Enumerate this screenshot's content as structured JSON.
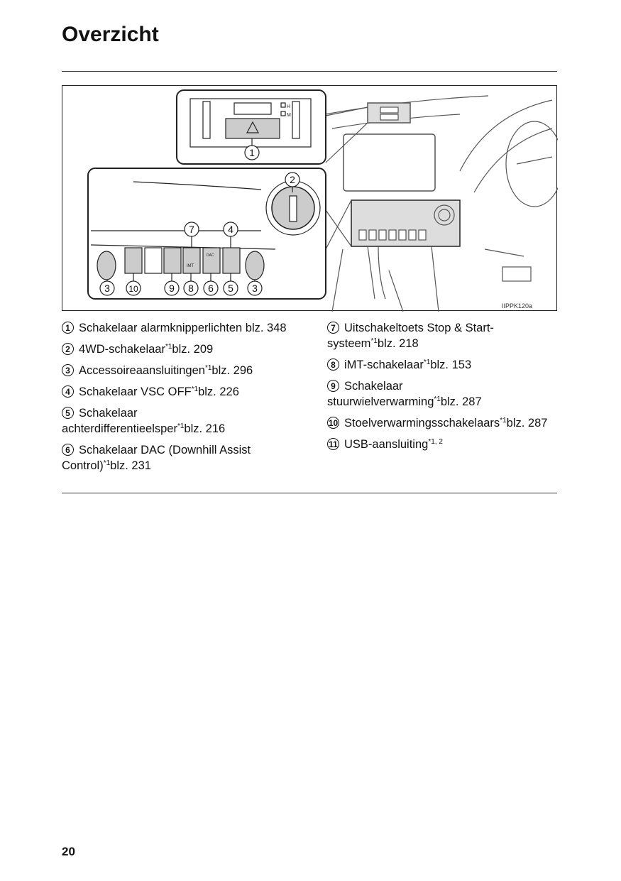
{
  "title": "Overzicht",
  "figure": {
    "code": "IIPPK120a",
    "callouts": {
      "c1": "1",
      "c2": "2",
      "c7": "7",
      "c4": "4",
      "c3a": "3",
      "c10": "10",
      "c9": "9",
      "c8": "8",
      "c6": "6",
      "c5": "5",
      "c3b": "3"
    },
    "labels": {
      "h": "H",
      "m": "M",
      "imt": "iMT",
      "dac": "DAC"
    }
  },
  "items_left": [
    {
      "num": "1",
      "text": "Schakelaar alarmknipperlichten",
      "sup": "",
      "page": " blz. 348"
    },
    {
      "num": "2",
      "text": "4WD-schakelaar",
      "sup": "*1",
      "page": "blz. 209"
    },
    {
      "num": "3",
      "text": "Accessoireaansluitingen",
      "sup": "*1",
      "page": "blz. 296"
    },
    {
      "num": "4",
      "text": "Schakelaar VSC OFF",
      "sup": "*1",
      "page": "blz. 226"
    },
    {
      "num": "5",
      "text": "Schakelaar achterdifferentieelsper",
      "sup": "*1",
      "page": "blz. 216"
    },
    {
      "num": "6",
      "text": "Schakelaar DAC (Downhill Assist Control)",
      "sup": "*1",
      "page": "blz. 231"
    }
  ],
  "items_right": [
    {
      "num": "7",
      "text": "Uitschakeltoets Stop & Start-systeem",
      "sup": "*1",
      "page": "blz. 218"
    },
    {
      "num": "8",
      "text": "iMT-schakelaar",
      "sup": "*1",
      "page": "blz. 153"
    },
    {
      "num": "9",
      "text": "Schakelaar stuurwielverwarming",
      "sup": "*1",
      "page": "blz. 287"
    },
    {
      "num": "10",
      "text": "Stoelverwarmingsschakelaars",
      "sup": "*1",
      "page": "blz. 287"
    },
    {
      "num": "11",
      "text": "USB-aansluiting",
      "sup": "*1, 2",
      "page": ""
    }
  ],
  "page_number": "20"
}
